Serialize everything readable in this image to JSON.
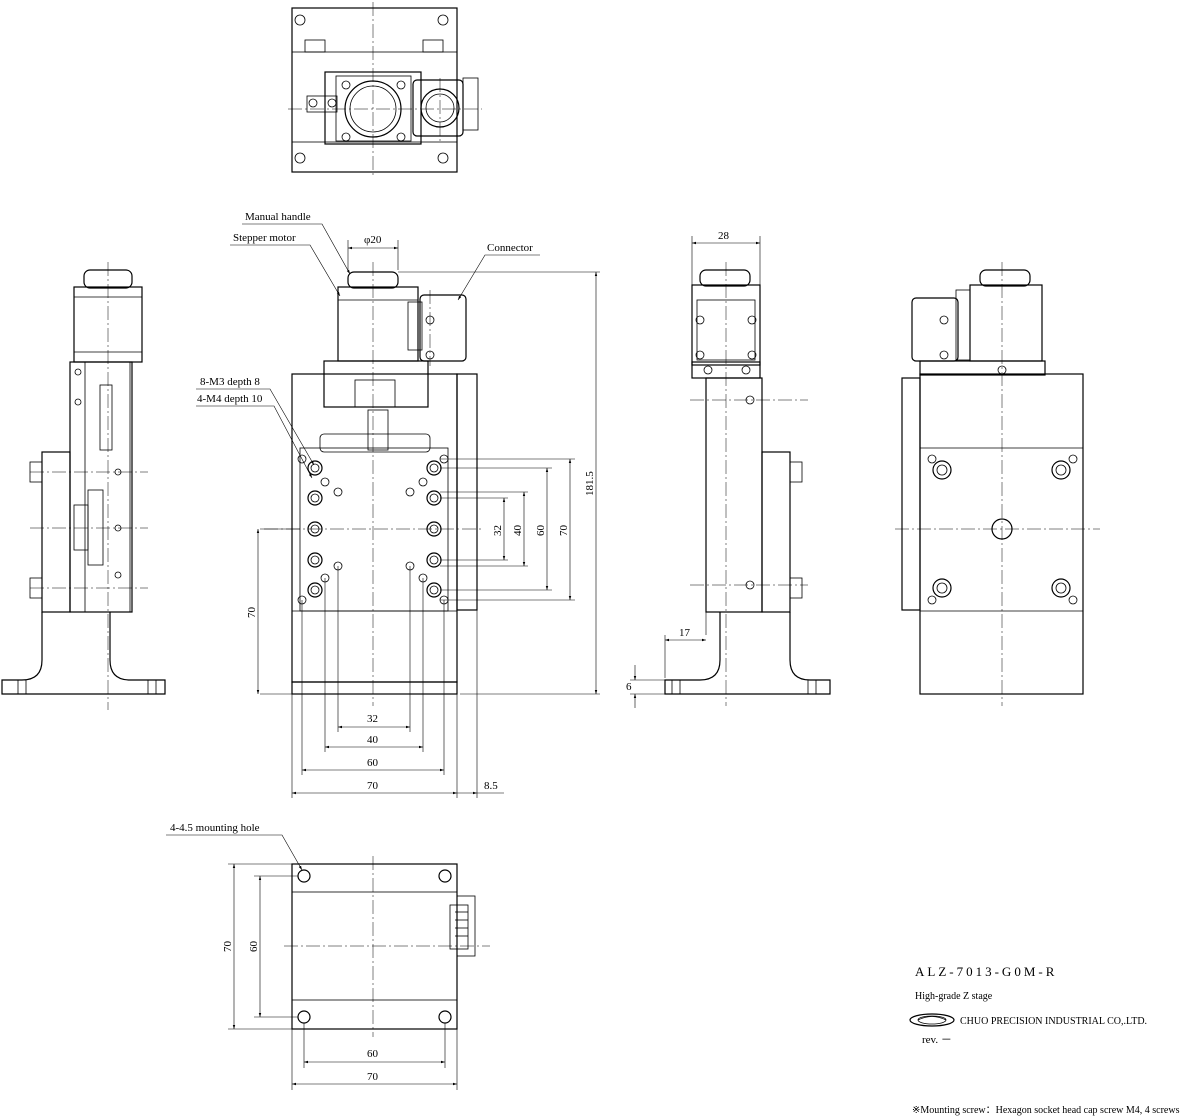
{
  "labels": {
    "manual_handle": "Manual handle",
    "stepper_motor": "Stepper motor",
    "connector": "Connector",
    "m3_holes": "8-M3 depth 8",
    "m4_holes": "4-M4 depth 10",
    "mounting_hole": "4-4.5 mounting hole"
  },
  "dimensions": {
    "phi20": "φ20",
    "d28": "28",
    "d181_5": "181.5",
    "d70_height": "70",
    "d32": "32",
    "d40": "40",
    "d60": "60",
    "d70": "70",
    "d8_5": "8.5",
    "d17": "17",
    "d6": "6",
    "v32": "32",
    "v40": "40",
    "v60": "60",
    "v70": "70",
    "bottom_60": "60",
    "bottom_70": "70",
    "bottom_v70": "70",
    "bottom_v60": "60"
  },
  "title_block": {
    "model": "ALZ-7013-G0M-R",
    "description": "High-grade Z stage",
    "company": "CHUO PRECISION INDUSTRIAL CO,.LTD.",
    "rev": "rev. －"
  },
  "note": "※Mounting screw：Hexagon socket head cap screw M4, 4 screws"
}
